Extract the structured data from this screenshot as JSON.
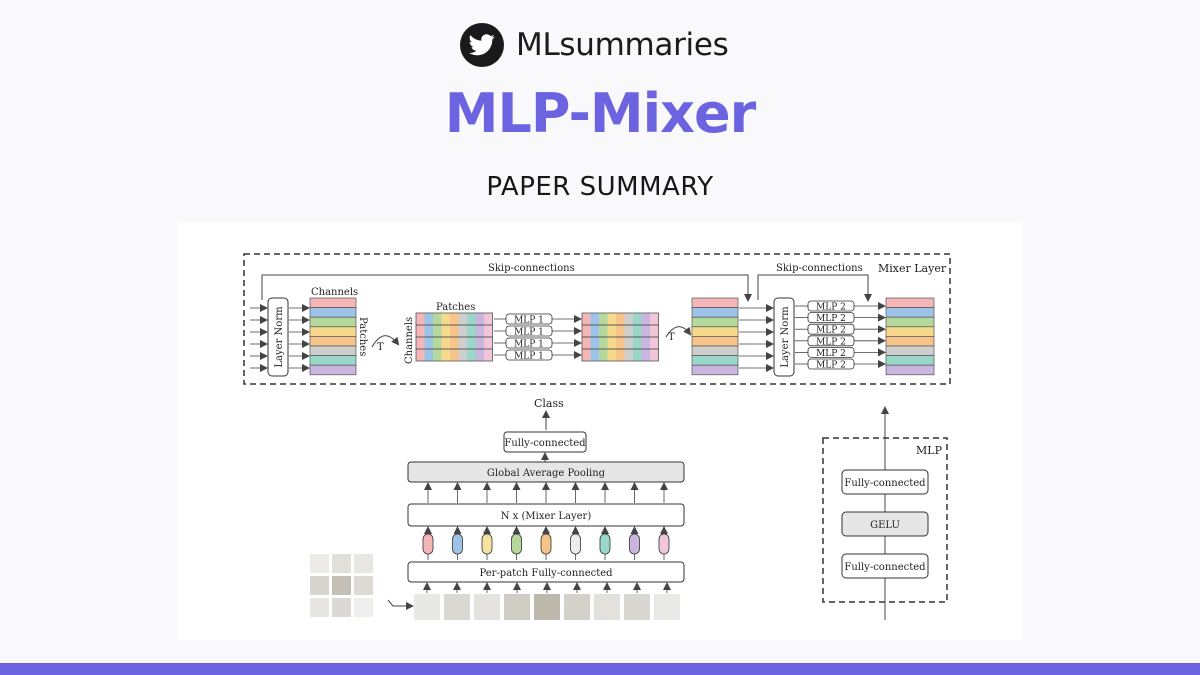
{
  "brand": {
    "name": "MLsummaries",
    "icon": "twitter-bird-icon"
  },
  "title": "MLP-Mixer",
  "subtitle": "PAPER SUMMARY",
  "diagram": {
    "mixer_layer_label": "Mixer Layer",
    "skip_connections_1": "Skip-connections",
    "skip_connections_2": "Skip-connections",
    "layer_norm_1": "Layer Norm",
    "layer_norm_2": "Layer Norm",
    "channels_top": "Channels",
    "patches_side": "Patches",
    "patches_top": "Patches",
    "channels_side": "Channels",
    "transpose_1": "T",
    "transpose_2": "T",
    "mlp1_labels": [
      "MLP 1",
      "MLP 1",
      "MLP 1",
      "MLP 1"
    ],
    "mlp2_labels": [
      "MLP 2",
      "MLP 2",
      "MLP 2",
      "MLP 2",
      "MLP 2",
      "MLP 2"
    ],
    "class_label": "Class",
    "fully_connected_head": "Fully-connected",
    "global_avg_pool": "Global Average Pooling",
    "n_mixer": "N x (Mixer Layer)",
    "per_patch_fc": "Per-patch Fully-connected",
    "mlp_block_label": "MLP",
    "mlp_fc_top": "Fully-connected",
    "mlp_gelu": "GELU",
    "mlp_fc_bottom": "Fully-connected",
    "row_colors": [
      "#f4b6b6",
      "#9ec3e8",
      "#b5d99c",
      "#f7d98b",
      "#f6c48a",
      "#cfcfcf",
      "#99d8c9",
      "#c9b5e0",
      "#f2c6d8"
    ],
    "token_colors": [
      "#f4b6b6",
      "#9ec3e8",
      "#f7e3a0",
      "#b5d99c",
      "#f6c48a",
      "#ececec",
      "#99d8c9",
      "#c9b5e0",
      "#f2c6d8"
    ]
  },
  "colors": {
    "accent": "#6b63e0",
    "figure_bg": "#ffffff",
    "page_bg": "#f9f9fb"
  }
}
